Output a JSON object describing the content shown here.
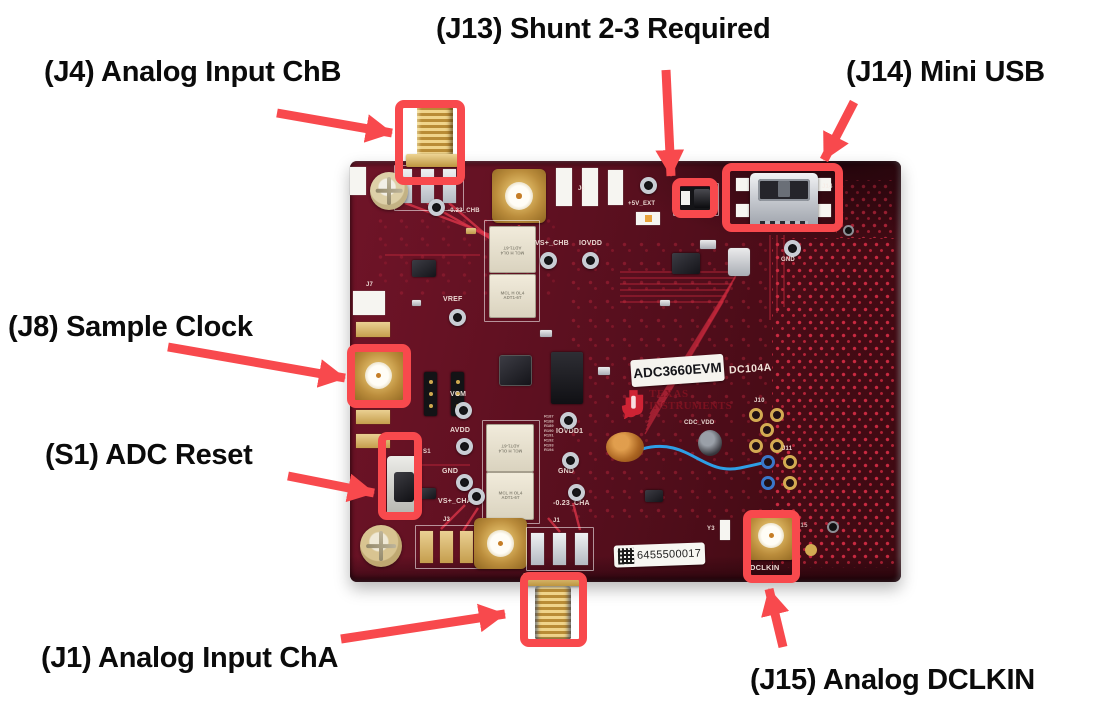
{
  "annotations": {
    "j4": {
      "label": "(J4) Analog Input ChB"
    },
    "j13": {
      "label": "(J13) Shunt 2-3 Required"
    },
    "j14": {
      "label": "(J14) Mini USB"
    },
    "j8": {
      "label": "(J8) Sample Clock"
    },
    "s1": {
      "label": "(S1) ADC Reset"
    },
    "j1": {
      "label": "(J1) Analog Input ChA"
    },
    "j15": {
      "label": "(J15) Analog DCLKIN"
    }
  },
  "board": {
    "part_label": "ADC3660EVM",
    "board_rev": "DC104A",
    "manufacturer": {
      "line1": "TEXAS",
      "line2": "INSTRUMENTS"
    },
    "serial": "6455500017",
    "transformer_marking": {
      "line1": "MCL H OL4",
      "line2": "ADT1-6T"
    },
    "resistor_column": "R187\nR188\nR189\nR190\nR191\nR192\nR193\nR194",
    "silkscreen": {
      "j1": "J1",
      "j3": "J3",
      "j6": "J6",
      "j7": "J7",
      "j10": "J10",
      "j11": "J11",
      "j14": "J14",
      "j15": "J15",
      "s1": "S1",
      "y3": "Y3",
      "plus_5v_ext": "+5V_EXT",
      "gnd_usb": "GND",
      "neg_023_chb": "-0.23_CHB",
      "vs_chb": "VS+_CHB",
      "iovdd": "IOVDD",
      "vref": "VREF",
      "vcm": "VCM",
      "avdd": "AVDD",
      "gnd_a": "GND",
      "vs_cha": "VS+_CHA",
      "neg_023_cha": "-0.23_CHA",
      "iovdd1": "IOVDD1",
      "gnd_b": "GND",
      "cdc_vdd": "CDC_VDD",
      "dclkin": "DCLKIN"
    }
  },
  "colors": {
    "annotation_red": "#f8494d",
    "board_maroon": "#5a0f1f",
    "via_dot": "#d92e46",
    "gold": "#d4a846"
  }
}
